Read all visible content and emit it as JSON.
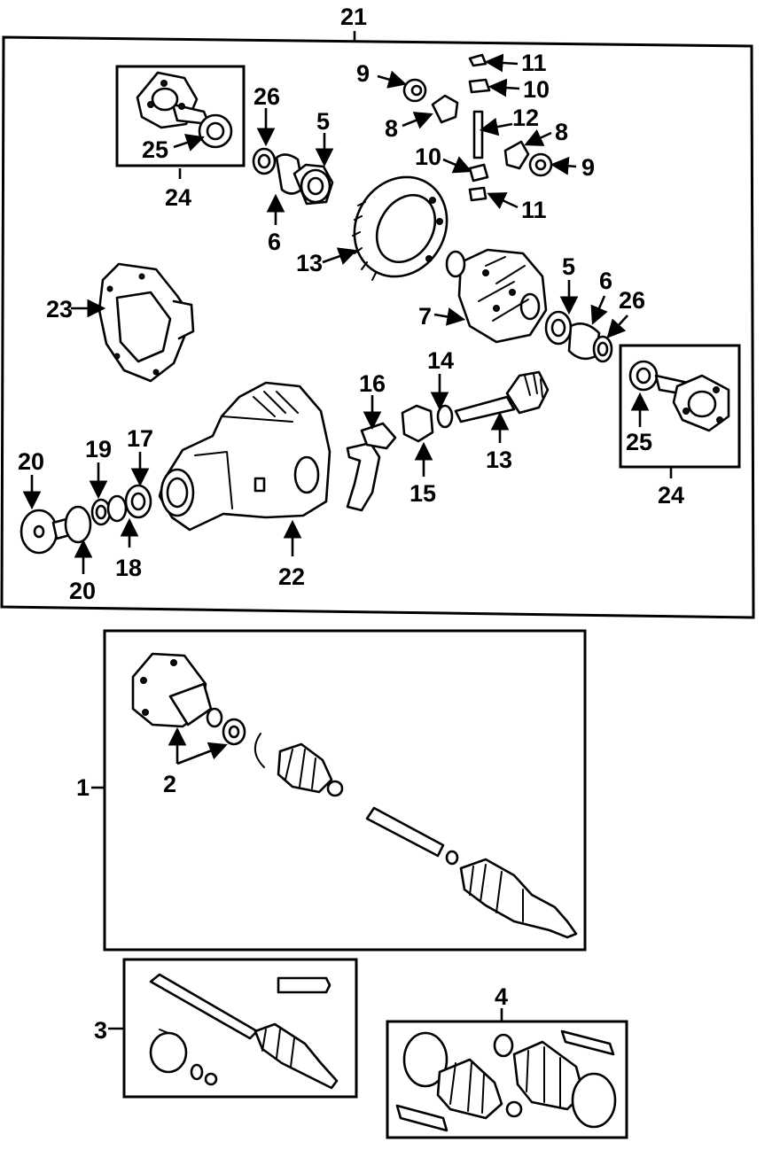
{
  "callouts": {
    "c21": "21",
    "c24a": "24",
    "c25a": "25",
    "c26a": "26",
    "c5a": "5",
    "c6a": "6",
    "c9a": "9",
    "c8a": "8",
    "c11a": "11",
    "c10a": "10",
    "c12": "12",
    "c8b": "8",
    "c10b": "10",
    "c9b": "9",
    "c11b": "11",
    "c13a": "13",
    "c23": "23",
    "c7": "7",
    "c5b": "5",
    "c6b": "6",
    "c26b": "26",
    "c25b": "25",
    "c24b": "24",
    "c16": "16",
    "c14": "14",
    "c15": "15",
    "c13b": "13",
    "c20a": "20",
    "c19": "19",
    "c17": "17",
    "c18": "18",
    "c20b": "20",
    "c22": "22",
    "c1": "1",
    "c2": "2",
    "c3": "3",
    "c4": "4"
  }
}
